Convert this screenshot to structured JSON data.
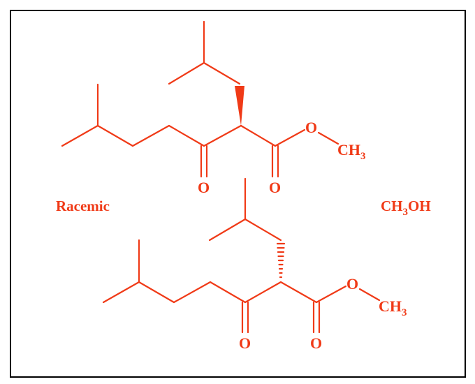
{
  "colors": {
    "structure": "#f03a17",
    "frame_border": "#000000",
    "background": "#ffffff"
  },
  "labels": {
    "racemic": "Racemic",
    "methanol": {
      "main": "CH",
      "sub": "3",
      "tail": "OH"
    }
  },
  "molecule_top": {
    "ester_oxygen": "O",
    "methyl": {
      "main": "CH",
      "sub": "3"
    },
    "ketone_oxygen": "O",
    "carbonyl_oxygen": "O",
    "stereo_bond": "wedge"
  },
  "molecule_bottom": {
    "ester_oxygen": "O",
    "methyl": {
      "main": "CH",
      "sub": "3"
    },
    "ketone_oxygen": "O",
    "carbonyl_oxygen": "O",
    "stereo_bond": "hash"
  }
}
